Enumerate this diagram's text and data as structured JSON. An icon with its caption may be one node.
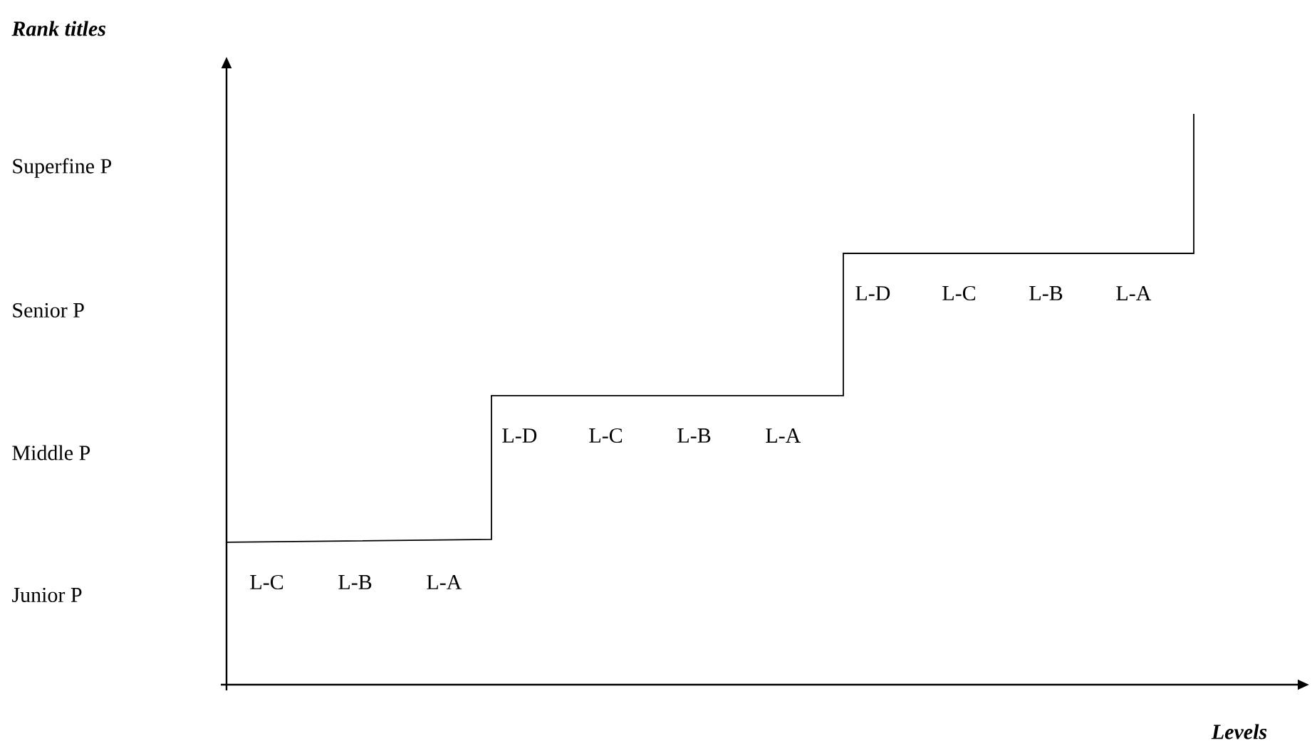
{
  "diagram": {
    "labels": [
      "Rank titles",
      "Superfine P",
      "Senior P",
      "Middle P",
      "Junior P",
      "L-C",
      "L-B",
      "L-A",
      "L-D",
      "L-C",
      "L-B",
      "L-A",
      "L-D",
      "L-C",
      "L-B",
      "L-A",
      "Levels"
    ]
  }
}
